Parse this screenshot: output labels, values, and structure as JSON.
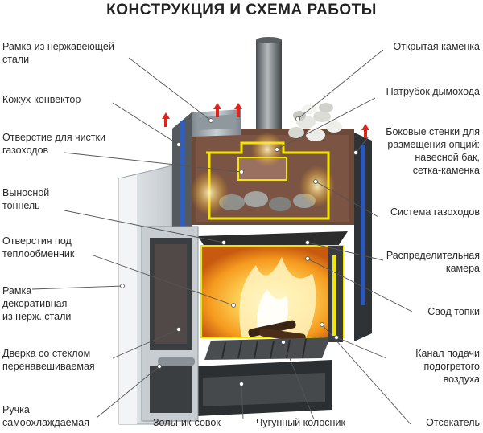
{
  "title": "КОНСТРУКЦИЯ И СХЕМА РАБОТЫ",
  "colors": {
    "flame": "#f7a21b",
    "outline": "#f2e600",
    "steel": "#8c9aa3",
    "cold_air": "#2a5fd0",
    "hot_air": "#e0231b",
    "body": "#3c3f42"
  },
  "labels_left": [
    {
      "lines": [
        "Рамка из нержавеющей",
        "стали"
      ]
    },
    {
      "lines": [
        "Кожух-конвектор"
      ]
    },
    {
      "lines": [
        "Отверстие для чистки",
        "газоходов"
      ]
    },
    {
      "lines": [
        "Выносной",
        "тоннель"
      ]
    },
    {
      "lines": [
        "Отверстия под",
        "теплообменник"
      ]
    },
    {
      "lines": [
        "Рамка",
        "декоративная",
        "из нерж. стали"
      ]
    },
    {
      "lines": [
        "Дверка со стеклом",
        "перенавешиваемая"
      ]
    },
    {
      "lines": [
        "Ручка",
        "самоохлаждаемая"
      ]
    }
  ],
  "labels_right": [
    {
      "lines": [
        "Открытая каменка"
      ]
    },
    {
      "lines": [
        "Патрубок дымохода"
      ]
    },
    {
      "lines": [
        "Боковые стенки для",
        "размещения опций:",
        "навесной бак,",
        "сетка-каменка"
      ]
    },
    {
      "lines": [
        "Система газоходов"
      ]
    },
    {
      "lines": [
        "Распределительная",
        "камера"
      ]
    },
    {
      "lines": [
        "Свод  топки"
      ]
    },
    {
      "lines": [
        "Канал подачи",
        "подогретого",
        "воздуха"
      ]
    },
    {
      "lines": [
        "Отсекатель"
      ]
    }
  ],
  "labels_bottom": [
    {
      "lines": [
        "Зольник-совок"
      ]
    },
    {
      "lines": [
        "Чугунный колосник"
      ]
    }
  ]
}
